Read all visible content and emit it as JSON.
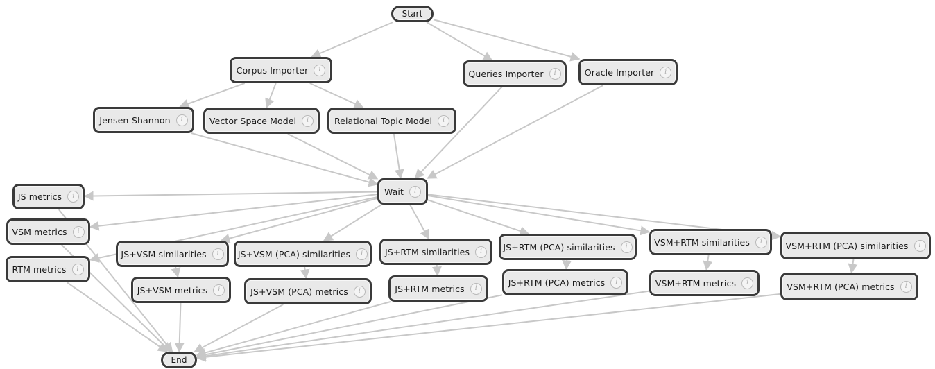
{
  "diagram": {
    "nodes": [
      {
        "id": "start",
        "label": "Start",
        "terminal": true
      },
      {
        "id": "corpus",
        "label": "Corpus Importer",
        "icon": "info-icon"
      },
      {
        "id": "queries",
        "label": "Queries Importer",
        "icon": "info-icon"
      },
      {
        "id": "oracle",
        "label": "Oracle Importer",
        "icon": "info-icon"
      },
      {
        "id": "js",
        "label": "Jensen-Shannon",
        "icon": "info-icon"
      },
      {
        "id": "vsm",
        "label": "Vector Space Model",
        "icon": "info-icon"
      },
      {
        "id": "rtm",
        "label": "Relational Topic Model",
        "icon": "info-icon"
      },
      {
        "id": "wait",
        "label": "Wait",
        "icon": "info-icon"
      },
      {
        "id": "jsm",
        "label": "JS metrics",
        "icon": "info-icon"
      },
      {
        "id": "vsmm",
        "label": "VSM metrics",
        "icon": "info-icon"
      },
      {
        "id": "rtmm",
        "label": "RTM metrics",
        "icon": "info-icon"
      },
      {
        "id": "jsvsms",
        "label": "JS+VSM similarities",
        "icon": "info-icon"
      },
      {
        "id": "jsvsmpcas",
        "label": "JS+VSM (PCA) similarities",
        "icon": "info-icon"
      },
      {
        "id": "jsrtms",
        "label": "JS+RTM similarities",
        "icon": "info-icon"
      },
      {
        "id": "jsrtmpcas",
        "label": "JS+RTM (PCA) similarities",
        "icon": "info-icon"
      },
      {
        "id": "vsmrtms",
        "label": "VSM+RTM similarities",
        "icon": "info-icon"
      },
      {
        "id": "vsmrtmpcas",
        "label": "VSM+RTM (PCA) similarities",
        "icon": "info-icon"
      },
      {
        "id": "jsvsmm",
        "label": "JS+VSM metrics",
        "icon": "info-icon"
      },
      {
        "id": "jsvsmpcam",
        "label": "JS+VSM (PCA) metrics",
        "icon": "info-icon"
      },
      {
        "id": "jsrtmm",
        "label": "JS+RTM metrics",
        "icon": "info-icon"
      },
      {
        "id": "jsrtmpcam",
        "label": "JS+RTM (PCA) metrics",
        "icon": "info-icon"
      },
      {
        "id": "vsmrtmm",
        "label": "VSM+RTM metrics",
        "icon": "info-icon"
      },
      {
        "id": "vsmrtmpcam",
        "label": "VSM+RTM (PCA) metrics",
        "icon": "info-icon"
      },
      {
        "id": "end",
        "label": "End",
        "terminal": true
      }
    ],
    "edges": [
      [
        "start",
        "corpus"
      ],
      [
        "start",
        "queries"
      ],
      [
        "start",
        "oracle"
      ],
      [
        "corpus",
        "js"
      ],
      [
        "corpus",
        "vsm"
      ],
      [
        "corpus",
        "rtm"
      ],
      [
        "js",
        "wait"
      ],
      [
        "vsm",
        "wait"
      ],
      [
        "rtm",
        "wait"
      ],
      [
        "queries",
        "wait"
      ],
      [
        "oracle",
        "wait"
      ],
      [
        "wait",
        "jsm"
      ],
      [
        "wait",
        "vsmm"
      ],
      [
        "wait",
        "rtmm"
      ],
      [
        "wait",
        "jsvsms"
      ],
      [
        "wait",
        "jsvsmpcas"
      ],
      [
        "wait",
        "jsrtms"
      ],
      [
        "wait",
        "jsrtmpcas"
      ],
      [
        "wait",
        "vsmrtms"
      ],
      [
        "wait",
        "vsmrtmpcas"
      ],
      [
        "jsvsms",
        "jsvsmm"
      ],
      [
        "jsvsmpcas",
        "jsvsmpcam"
      ],
      [
        "jsrtms",
        "jsrtmm"
      ],
      [
        "jsrtmpcas",
        "jsrtmpcam"
      ],
      [
        "vsmrtms",
        "vsmrtmm"
      ],
      [
        "vsmrtmpcas",
        "vsmrtmpcam"
      ],
      [
        "jsm",
        "end"
      ],
      [
        "vsmm",
        "end"
      ],
      [
        "rtmm",
        "end"
      ],
      [
        "jsvsmm",
        "end"
      ],
      [
        "jsvsmpcam",
        "end"
      ],
      [
        "jsrtmm",
        "end"
      ],
      [
        "jsrtmpcam",
        "end"
      ],
      [
        "vsmrtmm",
        "end"
      ],
      [
        "vsmrtmpcam",
        "end"
      ]
    ],
    "colors": {
      "edge": "#c8c8c8",
      "node_border": "#3a3a3a",
      "node_fill": "#e9e9e9",
      "info_icon": "#b9b9b9"
    }
  }
}
